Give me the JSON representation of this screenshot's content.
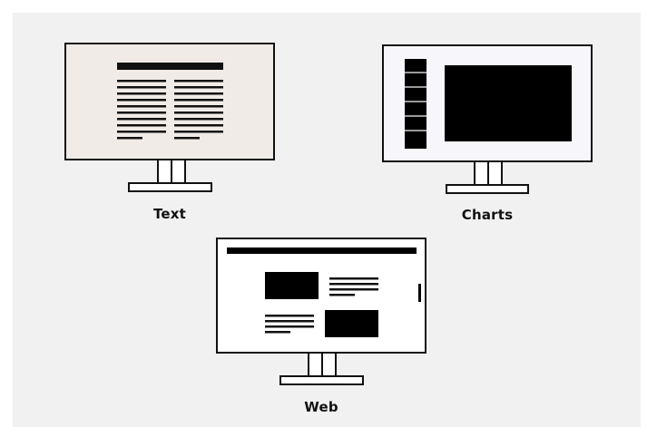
{
  "monitors": [
    {
      "label": "Text",
      "screen_color": "#f0ebe6"
    },
    {
      "label": "Charts",
      "screen_color": "#f7f7fb"
    },
    {
      "label": "Web",
      "screen_color": "#ffffff"
    }
  ],
  "colors": {
    "background": "#f1f1f1",
    "outline": "#111111"
  }
}
